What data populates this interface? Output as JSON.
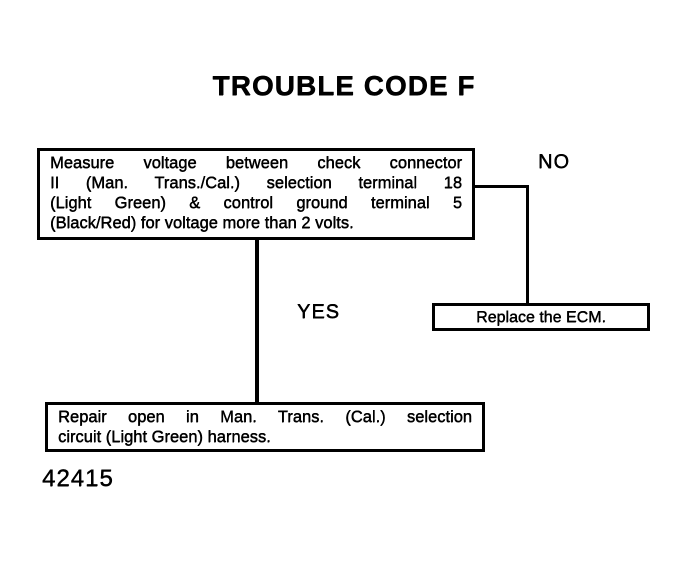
{
  "title": "TROUBLE CODE F",
  "flowchart": {
    "step1": {
      "lines": [
        "Measure voltage between check connector",
        "II (Man. Trans./Cal.) selection terminal 18",
        "(Light Green) & control ground terminal 5",
        "(Black/Red) for voltage more than 2 volts."
      ]
    },
    "branches": {
      "no_label": "NO",
      "yes_label": "YES"
    },
    "no_result": {
      "text": "Replace the ECM."
    },
    "yes_result": {
      "lines": [
        "Repair open in Man. Trans. (Cal.) selection",
        "circuit (Light Green) harness."
      ]
    }
  },
  "figure_number": "42415",
  "colors": {
    "ink": "#000000",
    "paper": "#ffffff"
  }
}
